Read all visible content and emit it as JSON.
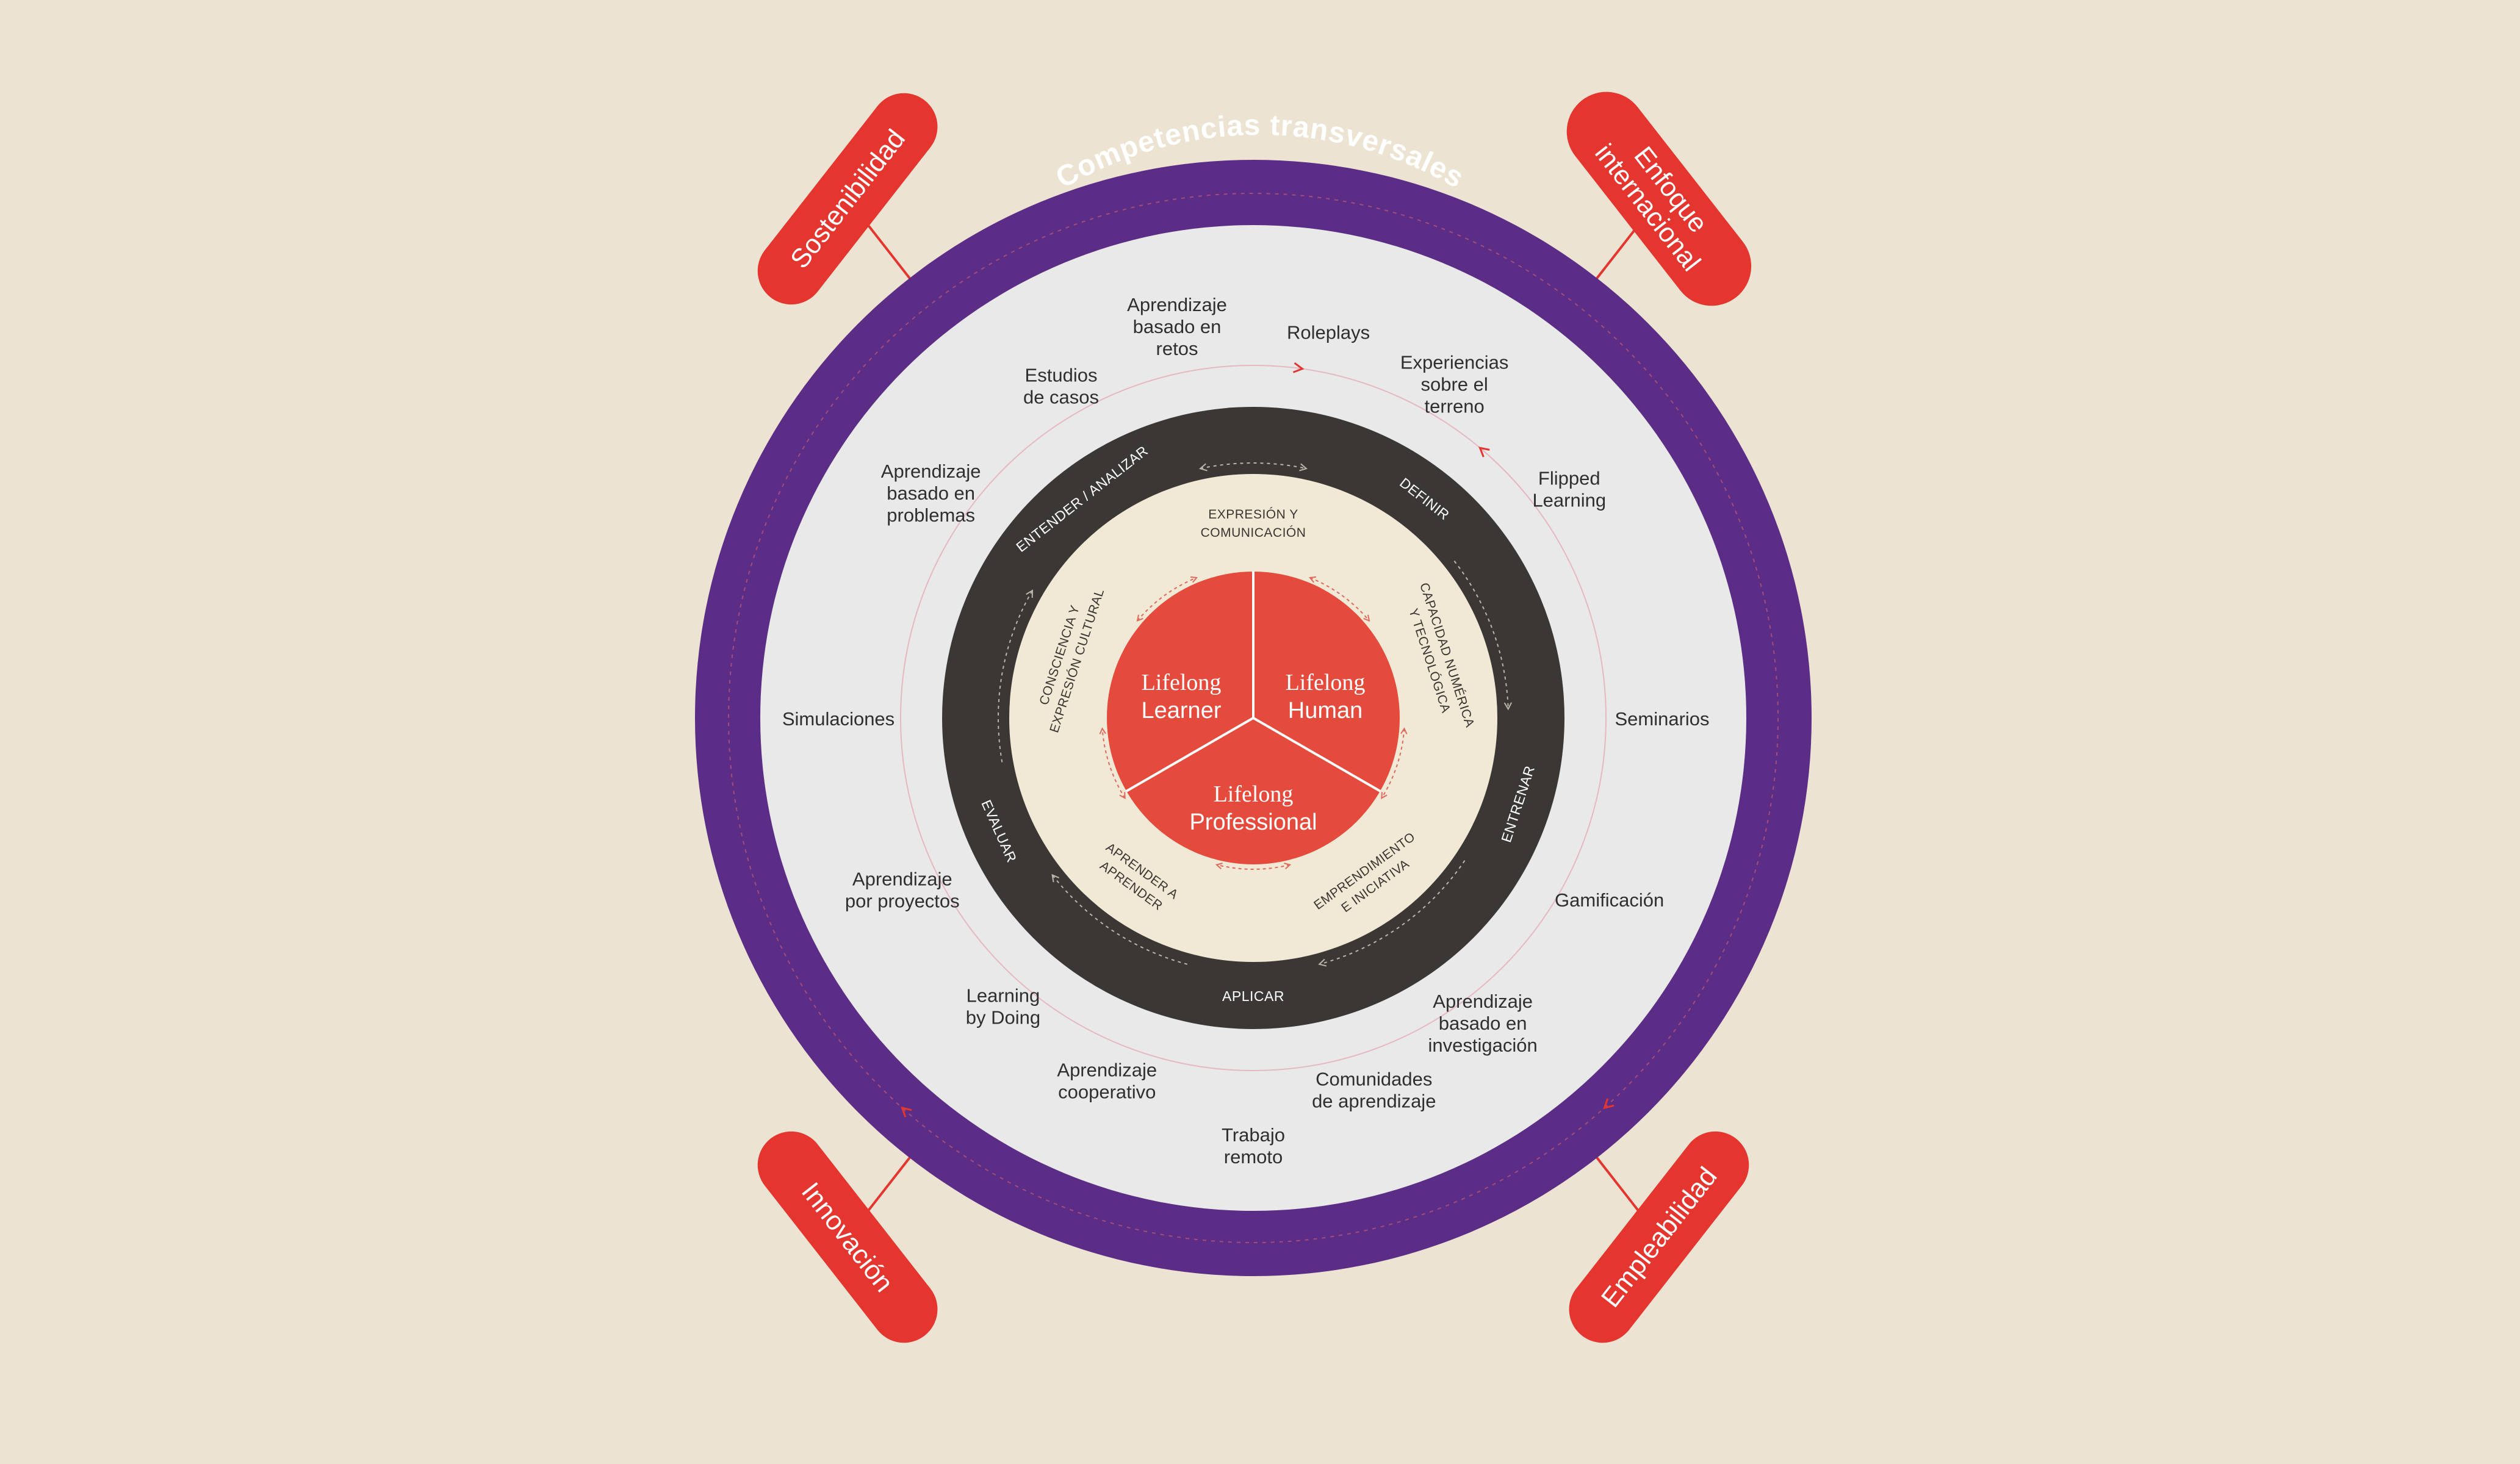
{
  "title": "Competencias transversales",
  "colors": {
    "background": "#ede3d2",
    "outer_ring": "#5c2d86",
    "outer_fill": "#e9e9e9",
    "dark_ring": "#3b3734",
    "competence_ring": "#f1e8d6",
    "core": "#e54b3c",
    "pill": "#e4352f"
  },
  "pillars": [
    {
      "label": "Sostenibilidad",
      "icon": "pill-badge"
    },
    {
      "label": "Enfoque internacional",
      "lines": [
        "Enfoque",
        "internacional"
      ]
    },
    {
      "label": "Innovación"
    },
    {
      "label": "Empleabilidad"
    }
  ],
  "methods": [
    {
      "lines": [
        "Aprendizaje",
        "basado en",
        "retos"
      ]
    },
    {
      "lines": [
        "Roleplays"
      ]
    },
    {
      "lines": [
        "Experiencias",
        "sobre el",
        "terreno"
      ]
    },
    {
      "lines": [
        "Flipped",
        "Learning"
      ]
    },
    {
      "lines": [
        "Seminarios"
      ]
    },
    {
      "lines": [
        "Gamificación"
      ]
    },
    {
      "lines": [
        "Aprendizaje",
        "basado en",
        "investigación"
      ]
    },
    {
      "lines": [
        "Comunidades",
        "de aprendizaje"
      ]
    },
    {
      "lines": [
        "Trabajo",
        "remoto"
      ]
    },
    {
      "lines": [
        "Aprendizaje",
        "cooperativo"
      ]
    },
    {
      "lines": [
        "Learning",
        "by Doing"
      ]
    },
    {
      "lines": [
        "Aprendizaje",
        "por proyectos"
      ]
    },
    {
      "lines": [
        "Simulaciones"
      ]
    },
    {
      "lines": [
        "Aprendizaje",
        "basado en",
        "problemas"
      ]
    },
    {
      "lines": [
        "Estudios",
        "de casos"
      ]
    }
  ],
  "cycle": [
    "DEFINIR",
    "ENTRENAR",
    "APLICAR",
    "EVALUAR",
    "ENTENDER / ANALIZAR"
  ],
  "competences": [
    {
      "lines": [
        "EXPRESIÓN Y",
        "COMUNICACIÓN"
      ]
    },
    {
      "lines": [
        "CAPACIDAD NUMÉRICA",
        "Y TECNOLÓGICA"
      ]
    },
    {
      "lines": [
        "EMPRENDIMIENTO",
        "E INICIATIVA"
      ]
    },
    {
      "lines": [
        "APRENDER A",
        "APRENDER"
      ]
    },
    {
      "lines": [
        "CONSCIENCIA Y",
        "EXPRESIÓN CULTURAL"
      ]
    }
  ],
  "core": [
    {
      "line1": "Lifelong",
      "line2": "Learner"
    },
    {
      "line1": "Lifelong",
      "line2": "Human"
    },
    {
      "line1": "Lifelong",
      "line2": "Professional"
    }
  ]
}
